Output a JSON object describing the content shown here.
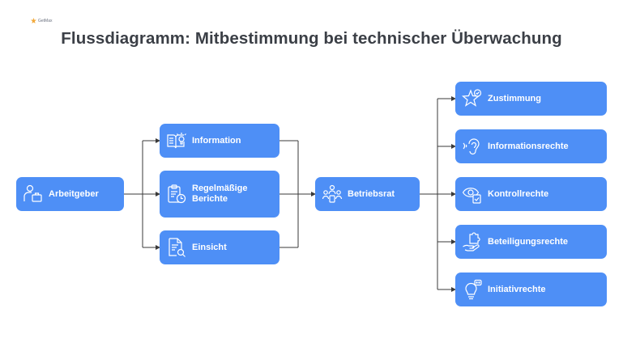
{
  "brand": {
    "name": "GetMax"
  },
  "title": "Flussdiagramm: Mitbestimmung bei technischer Überwachung",
  "nodes": {
    "arbeitgeber": "Arbeitgeber",
    "information": "Information",
    "regelmaessige_berichte": "Regelmäßige Berichte",
    "einsicht": "Einsicht",
    "betriebsrat": "Betriebsrat",
    "zustimmung": "Zustimmung",
    "informationsrechte": "Informationsrechte",
    "kontrollrechte": "Kontrollrechte",
    "beteiligungsrechte": "Beteiligungsrechte",
    "initiativrechte": "Initiativrechte"
  },
  "colors": {
    "node": "#4e8ff6",
    "text": "#ffffff",
    "title": "#3b3f46",
    "line": "#3a3a3a"
  },
  "icons": {
    "arbeitgeber": "person-briefcase-icon",
    "information": "book-lightbulb-icon",
    "regelmaessige_berichte": "clipboard-clock-icon",
    "einsicht": "document-search-icon",
    "betriebsrat": "group-people-icon",
    "zustimmung": "star-check-icon",
    "informationsrechte": "ear-icon",
    "kontrollrechte": "eye-check-icon",
    "beteiligungsrechte": "hand-puzzle-icon",
    "initiativrechte": "lightbulb-icon"
  }
}
